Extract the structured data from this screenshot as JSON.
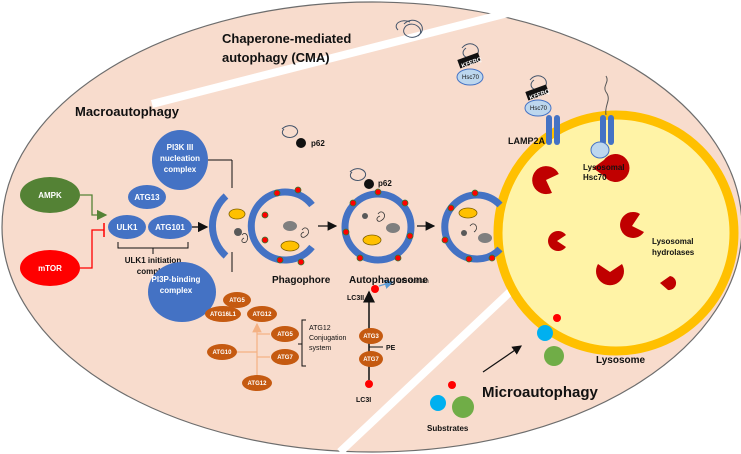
{
  "sections": {
    "cma_title_line1": "Chaperone-mediated",
    "cma_title_line2": "autophagy (CMA)",
    "macro_title": "Macroautophagy",
    "micro_title": "Microautophagy"
  },
  "signals": {
    "ampk": "AMPK",
    "mtor": "mTOR"
  },
  "ulk_complex": {
    "atg13": "ATG13",
    "ulk1": "ULK1",
    "atg101": "ATG101",
    "label_line1": "ULK1 initiation",
    "label_line2": "complex"
  },
  "pi3k_complex": {
    "line1": "PI3K III",
    "line2": "nucleation",
    "line3": "complex"
  },
  "pi3p_complex": {
    "line1": "PI3P-binding",
    "line2": "complex",
    "atg5": "ATG5",
    "atg16l1": "ATG16L1",
    "atg12": "ATG12"
  },
  "conjugation": {
    "atg5": "ATG5",
    "atg12_top": "ATG12",
    "atg10": "ATG10",
    "atg7": "ATG7",
    "atg12_bottom": "ATG12",
    "label_line1": "ATG12",
    "label_line2": "Conjugation",
    "label_line3": "system"
  },
  "lc3": {
    "lc3ii": "LC3II",
    "lir": "LIR domain",
    "atg3": "ATG3",
    "atg7": "ATG7",
    "pe": "PE",
    "lc3i": "LC3I"
  },
  "stages": {
    "phagophore": "Phagophore",
    "autophagosome": "Autophagosome",
    "p62_top": "p62",
    "p62_auto": "p62"
  },
  "cma": {
    "kferq_1": "KFERQ",
    "hsc70_1": "Hsc70",
    "kferq_2": "KFERQ",
    "hsc70_2": "Hsc70",
    "lamp2a": "LAMP2A",
    "lyso_hsc70_line1": "Lysosomal",
    "lyso_hsc70_line2": "Hsc70"
  },
  "lysosome": {
    "hydrolases_line1": "Lysosomal",
    "hydrolases_line2": "hydrolases",
    "label": "Lysosome"
  },
  "micro": {
    "substrates": "Substrates"
  },
  "colors": {
    "cell_bg": "#f8dccd",
    "lysosome_fill": "#fff3a6",
    "lysosome_ring": "#ffc000",
    "blue": "#4472c4",
    "orange": "#c55a11",
    "green": "#548235",
    "red": "#ff0000",
    "hydrolase": "#c00000"
  }
}
